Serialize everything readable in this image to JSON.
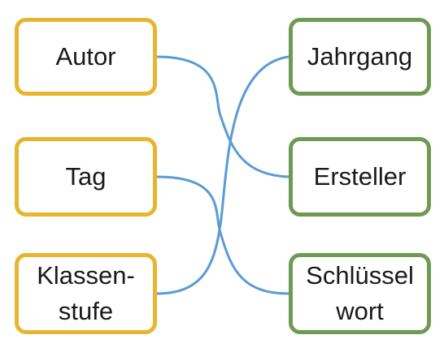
{
  "left_items": [
    {
      "label": "Autor"
    },
    {
      "label": "Tag"
    },
    {
      "label": "Klassen-\nstufe"
    }
  ],
  "right_items": [
    {
      "label": "Jahrgang"
    },
    {
      "label": "Ersteller"
    },
    {
      "label": "Schlüssel\nwort"
    }
  ],
  "connections": [
    {
      "from": "Autor",
      "to": "Ersteller"
    },
    {
      "from": "Tag",
      "to": "Schlüssel\nwort"
    },
    {
      "from": "Klassen-\nstufe",
      "to": "Jahrgang"
    }
  ],
  "colors": {
    "left_border": "#e8b52e",
    "right_border": "#6f9a56",
    "connector": "#5b9bd5",
    "text": "#1a1a1a"
  }
}
